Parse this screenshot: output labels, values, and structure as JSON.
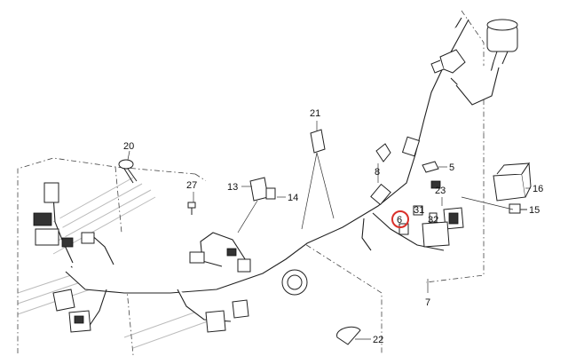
{
  "diagram": {
    "callouts": {
      "p5": "5",
      "p6": "6",
      "p7": "7",
      "p8": "8",
      "p13": "13",
      "p14": "14",
      "p15": "15",
      "p16": "16",
      "p20": "20",
      "p21": "21",
      "p22": "22",
      "p23": "23",
      "p27": "27",
      "p31": "31",
      "p32": "32"
    },
    "highlight": {
      "part": "6",
      "color": "#d9302a"
    }
  }
}
